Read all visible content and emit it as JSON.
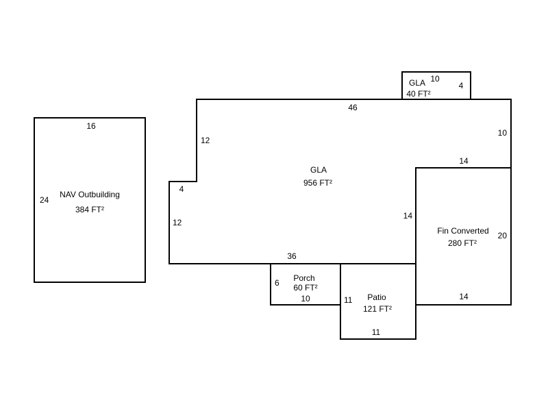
{
  "colors": {
    "background": "#ffffff",
    "line": "#000000",
    "text": "#000000"
  },
  "outbuilding": {
    "name": "NAV Outbuilding",
    "area": "384 FT²",
    "dim_top": "16",
    "dim_left": "24"
  },
  "gla_small": {
    "name": "GLA",
    "area": "40 FT²",
    "dim_top": "10",
    "dim_right": "4"
  },
  "gla_main": {
    "name": "GLA",
    "area": "956 FT²",
    "dim_top": "46",
    "dim_upper_left_side": "12",
    "dim_right_side": "10",
    "dim_step": "4",
    "dim_lower_left_side": "12",
    "dim_bottom": "36"
  },
  "fin_converted": {
    "name": "Fin Converted",
    "area": "280 FT²",
    "dim_top": "14",
    "dim_left": "14",
    "dim_right": "20",
    "dim_bottom": "14"
  },
  "porch": {
    "name": "Porch",
    "area": "60 FT²",
    "dim_left": "6",
    "dim_bottom": "10"
  },
  "patio": {
    "name": "Patio",
    "area": "121 FT²",
    "dim_left": "11",
    "dim_bottom": "11"
  }
}
